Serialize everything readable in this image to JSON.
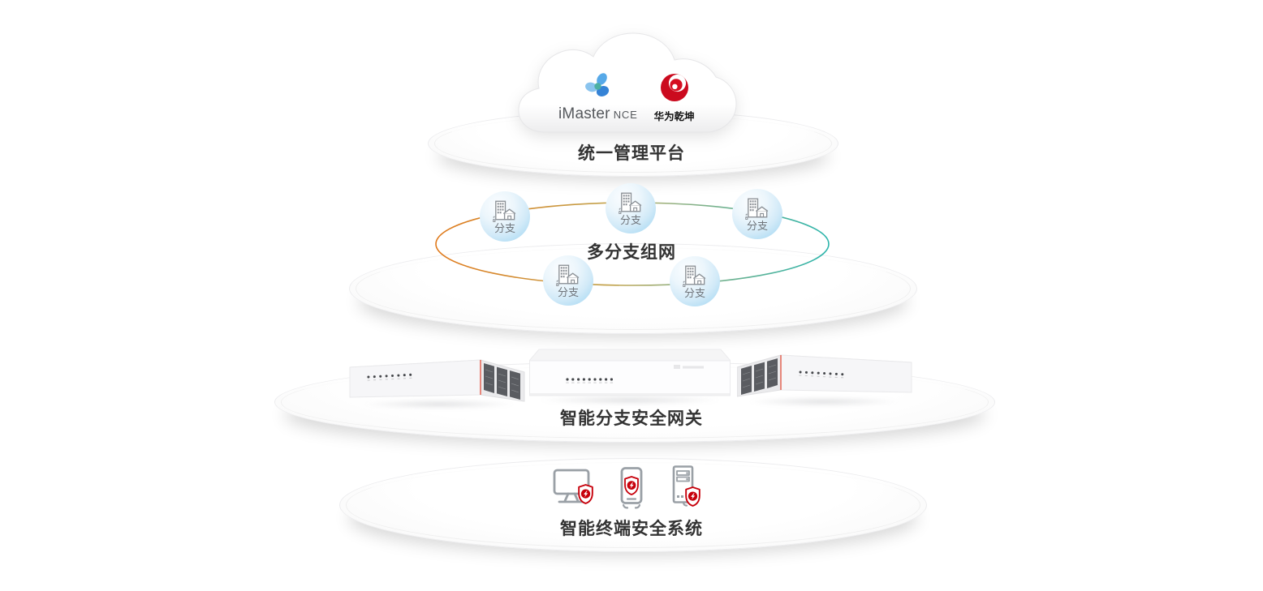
{
  "cloud": {
    "imaster_name": "iMaster",
    "imaster_suffix": "NCE",
    "qiankun_label": "华为乾坤",
    "platform_label": "统一管理平台"
  },
  "branch_layer": {
    "label": "多分支组网",
    "nodes": [
      {
        "label": "分支"
      },
      {
        "label": "分支"
      },
      {
        "label": "分支"
      },
      {
        "label": "分支"
      },
      {
        "label": "分支"
      }
    ],
    "ring": {
      "left_color": "#e0791a",
      "right_color": "#2ab4ab"
    }
  },
  "gateway_layer": {
    "label": "智能分支安全网关",
    "devices": [
      {
        "icon": "gateway-device-angled-left"
      },
      {
        "icon": "gateway-device-front"
      },
      {
        "icon": "gateway-device-angled-right"
      }
    ]
  },
  "terminal_layer": {
    "label": "智能终端安全系统",
    "devices": [
      {
        "icon": "desktop-with-security-shield"
      },
      {
        "icon": "phone-with-security-shield"
      },
      {
        "icon": "tower-pc-with-security-shield"
      }
    ]
  },
  "colors": {
    "accent_red": "#c7000b",
    "imaster_blue": "#4a9de0",
    "node_blue": "#aadcf4",
    "icon_gray": "#8b9096",
    "label_dark": "#333333"
  }
}
